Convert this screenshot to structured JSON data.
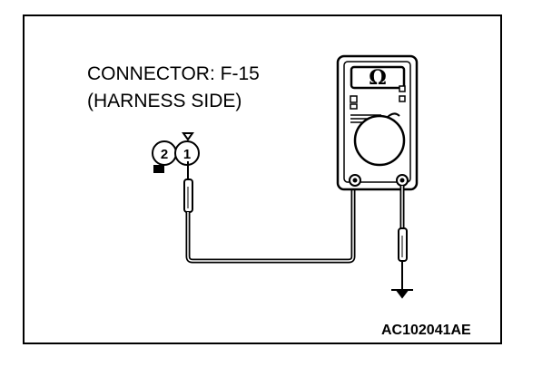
{
  "diagram": {
    "connector_label": "CONNECTOR: F-15",
    "harness_label": "(HARNESS SIDE)",
    "figure_id": "AC102041AE",
    "connector_pins": [
      {
        "number": "2"
      },
      {
        "number": "1"
      }
    ],
    "meter_display": "Ω",
    "icons": {
      "ohmmeter": "ohmmeter-icon",
      "connector": "connector-icon",
      "ground": "ground-icon",
      "probe": "probe-icon"
    },
    "colors": {
      "ink": "#000000",
      "background": "#ffffff"
    }
  }
}
